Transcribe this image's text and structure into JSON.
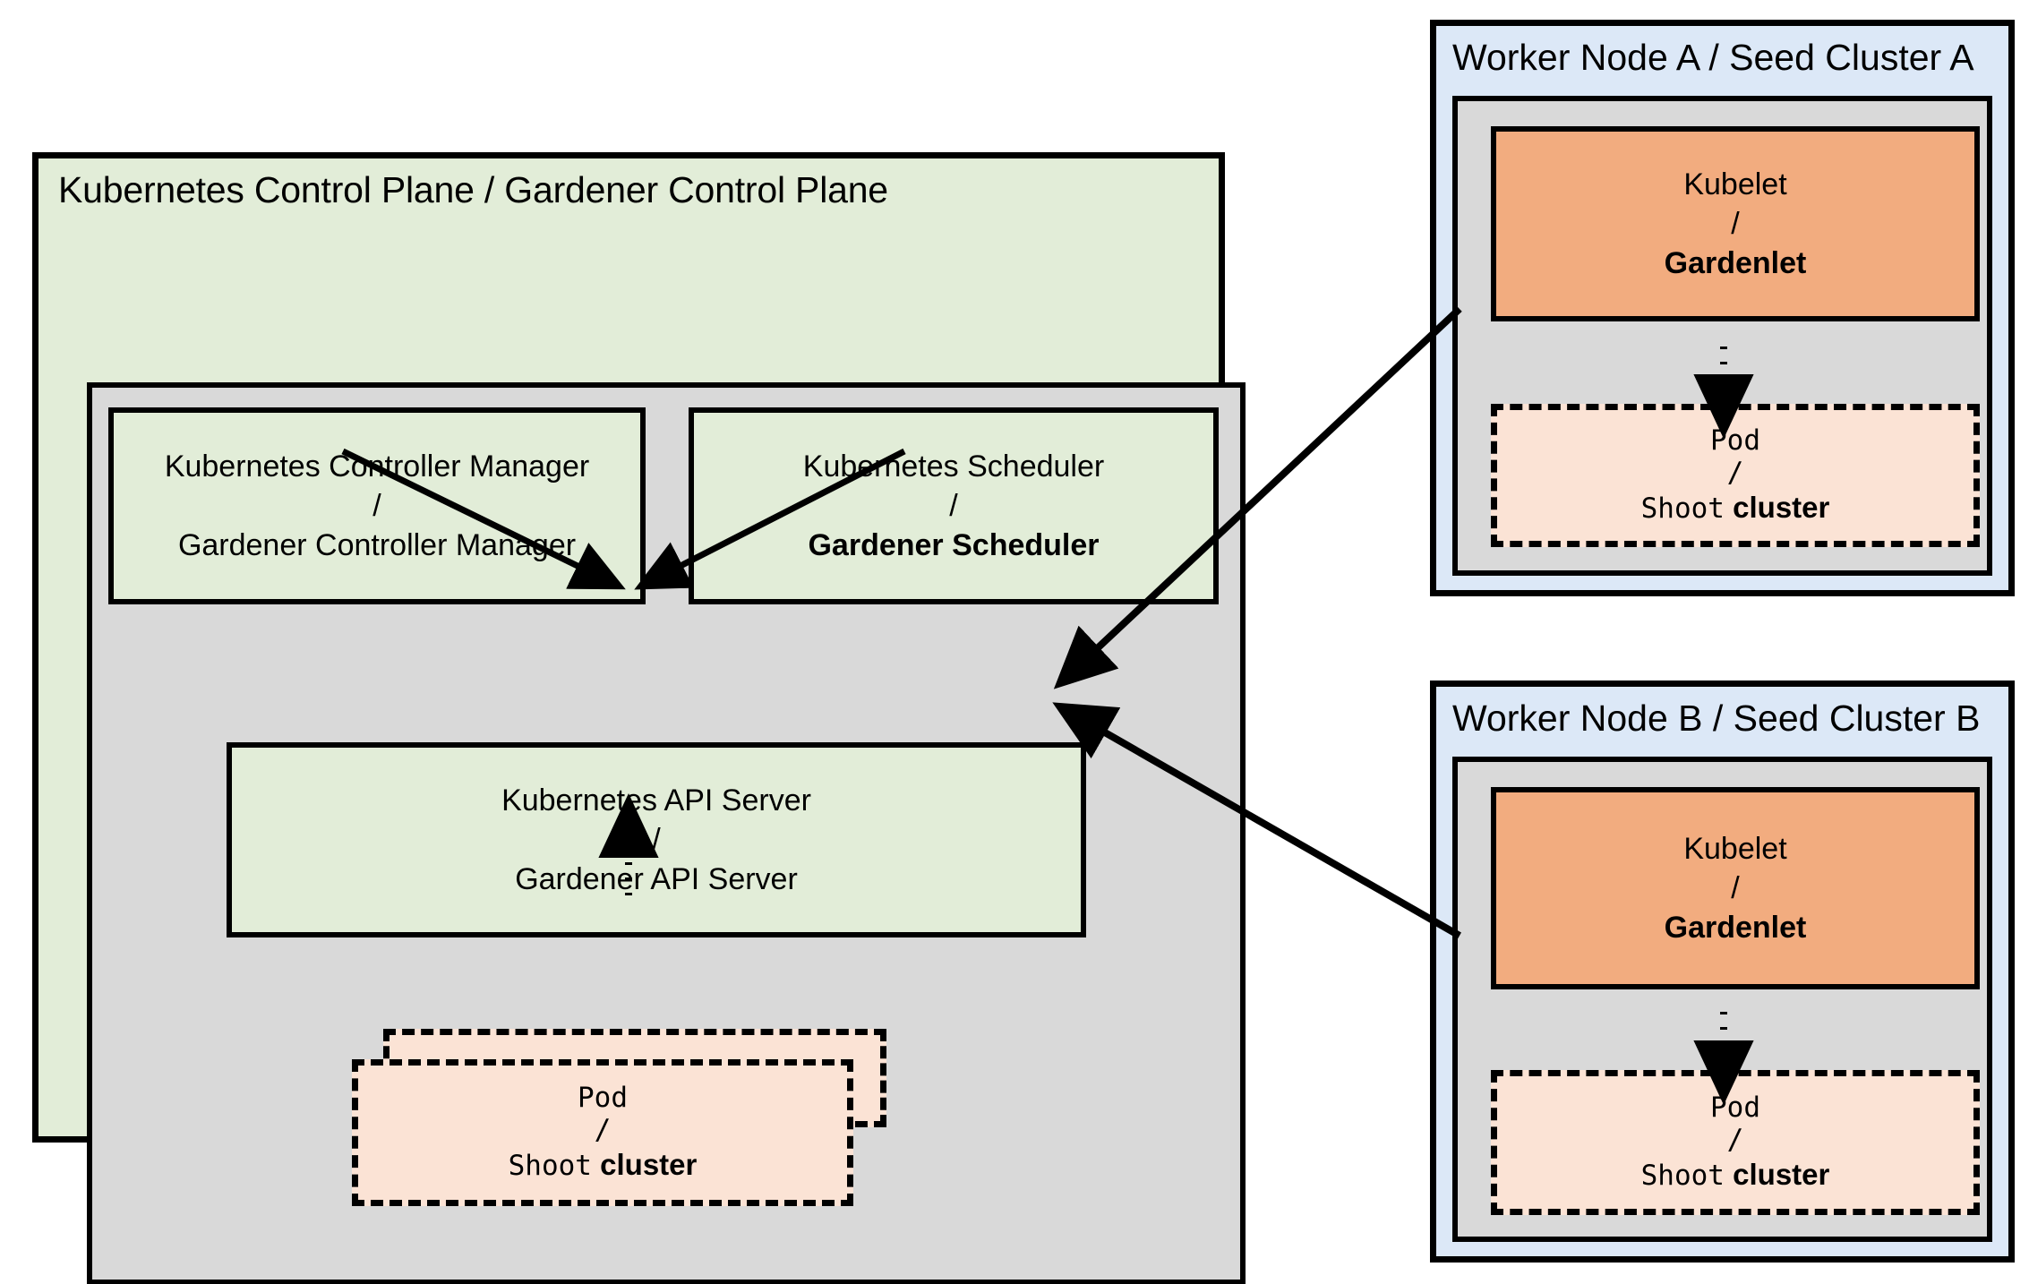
{
  "diagram": {
    "title": "Gardener architecture: Kubernetes analogy",
    "type": "architecture-diagram"
  },
  "control_plane": {
    "title": "Kubernetes Control Plane / Gardener Control Plane",
    "controller_manager": {
      "line1": "Kubernetes Controller Manager",
      "separator": "/",
      "line2": "Gardener Controller Manager",
      "line2_bold": false
    },
    "scheduler": {
      "line1": "Kubernetes Scheduler",
      "separator": "/",
      "line2": "Gardener Scheduler",
      "line2_bold": true
    },
    "api_server": {
      "line1": "Kubernetes API Server",
      "separator": "/",
      "line2": "Gardener API Server"
    },
    "pod": {
      "line1": "Pod",
      "separator": "/",
      "line2_mono": "Shoot",
      "line2_bold": "cluster"
    }
  },
  "nodes": [
    {
      "title": "Worker Node A / Seed Cluster A",
      "kubelet": {
        "line1": "Kubelet",
        "separator": "/",
        "line2": "Gardenlet",
        "line2_bold": true
      },
      "pod": {
        "line1": "Pod",
        "separator": "/",
        "line2_mono": "Shoot",
        "line2_bold": "cluster"
      }
    },
    {
      "title": "Worker Node B / Seed Cluster B",
      "kubelet": {
        "line1": "Kubelet",
        "separator": "/",
        "line2": "Gardenlet",
        "line2_bold": true
      },
      "pod": {
        "line1": "Pod",
        "separator": "/",
        "line2_mono": "Shoot",
        "line2_bold": "cluster"
      }
    }
  ],
  "colors": {
    "green_fill": "#E2EDD8",
    "gray_fill": "#D9D9D9",
    "orange_fill": "#F2AC7F",
    "pod_fill": "#FBE3D5",
    "blue_fill": "#DCE8F7",
    "stroke": "#000000",
    "background": "#FFFFFF"
  },
  "connections": [
    {
      "from": "controller-manager",
      "to": "api-server",
      "style": "solid-arrow"
    },
    {
      "from": "scheduler",
      "to": "api-server",
      "style": "solid-arrow"
    },
    {
      "from": "pod-control-plane",
      "to": "api-server",
      "style": "dotted-arrow"
    },
    {
      "from": "gardenlet-a",
      "to": "api-server",
      "style": "solid-arrow"
    },
    {
      "from": "gardenlet-b",
      "to": "api-server",
      "style": "solid-arrow"
    },
    {
      "from": "gardenlet-a",
      "to": "pod-a",
      "style": "dotted-arrow"
    },
    {
      "from": "gardenlet-b",
      "to": "pod-b",
      "style": "dotted-arrow"
    }
  ]
}
